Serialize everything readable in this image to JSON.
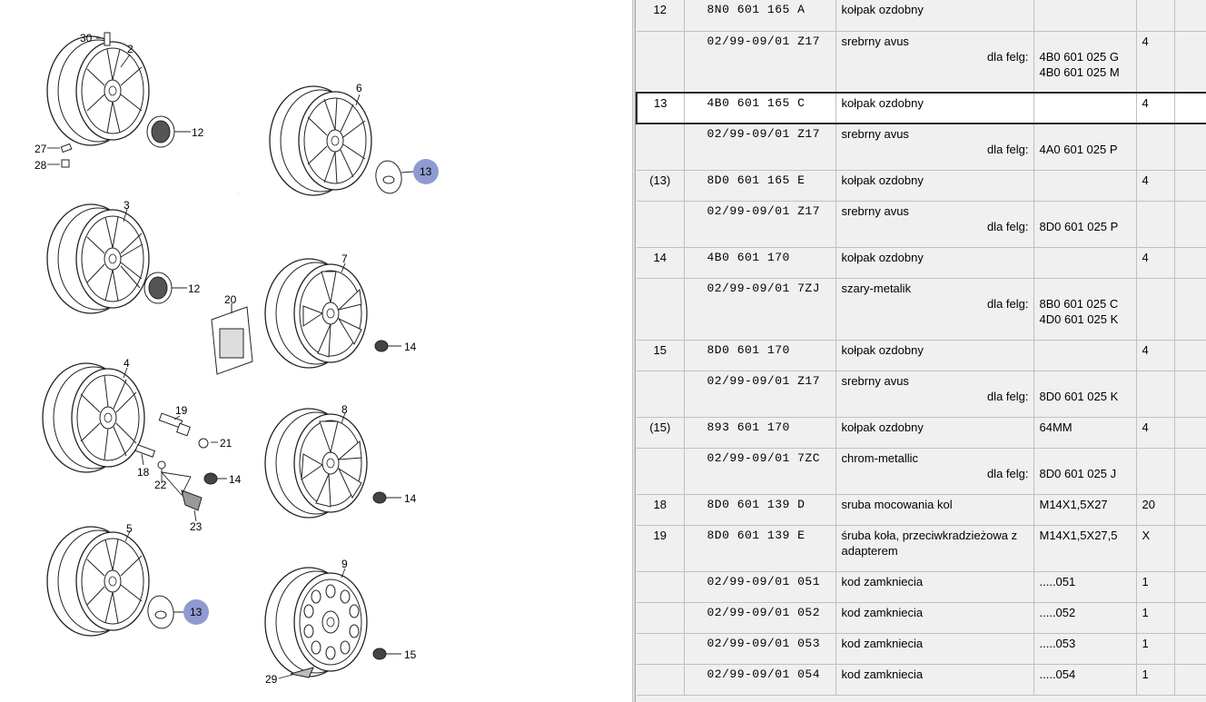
{
  "diagram": {
    "callouts": [
      "30",
      "2",
      "12",
      "27",
      "28",
      "6",
      "13",
      "3",
      "12",
      "20",
      "7",
      "14",
      "4",
      "19",
      "21",
      "18",
      "22",
      "14",
      "23",
      "8",
      "14",
      "5",
      "13",
      "9",
      "15",
      "29"
    ],
    "highlighted_callout": "13",
    "highlight_color": "#8f9bd0"
  },
  "parts_table": {
    "felg_label": "dla felg:",
    "rows": [
      {
        "idx": "12",
        "pn": "8N0  601  165  A",
        "desc": "kołpak ozdobny",
        "spec": [],
        "qty": "",
        "height": 34
      },
      {
        "idx": "",
        "pn": "02/99-09/01  Z17",
        "desc": "srebrny avus",
        "spec": [
          "4B0 601 025 G",
          "4B0 601 025 M"
        ],
        "qty": "4",
        "height": 68
      },
      {
        "idx": "13",
        "pn": "4B0  601  165  C",
        "desc": "kołpak ozdobny",
        "spec": [],
        "qty": "4",
        "height": 34,
        "selected": true
      },
      {
        "idx": "",
        "pn": "02/99-09/01  Z17",
        "desc": "srebrny avus",
        "spec": [
          "4A0 601 025 P"
        ],
        "qty": "",
        "height": 51
      },
      {
        "idx": "(13)",
        "pn": "8D0  601  165  E",
        "desc": "kołpak ozdobny",
        "spec": [],
        "qty": "4",
        "height": 34
      },
      {
        "idx": "",
        "pn": "02/99-09/01  Z17",
        "desc": "srebrny avus",
        "spec": [
          "8D0 601 025 P"
        ],
        "qty": "",
        "height": 51
      },
      {
        "idx": "14",
        "pn": "4B0  601  170",
        "desc": "kołpak ozdobny",
        "spec": [],
        "qty": "4",
        "height": 34
      },
      {
        "idx": "",
        "pn": "02/99-09/01  7ZJ",
        "desc": "szary-metalik",
        "spec": [
          "8B0 601 025 C",
          "4D0 601 025 K"
        ],
        "qty": "",
        "height": 68
      },
      {
        "idx": "15",
        "pn": "8D0  601  170",
        "desc": "kołpak ozdobny",
        "spec": [],
        "qty": "4",
        "height": 34
      },
      {
        "idx": "",
        "pn": "02/99-09/01  Z17",
        "desc": "srebrny avus",
        "spec": [
          "8D0 601 025 K"
        ],
        "qty": "",
        "height": 51
      },
      {
        "idx": "(15)",
        "pn": "893  601  170",
        "desc": "kołpak ozdobny",
        "spec_plain": "64MM",
        "spec": [],
        "qty": "4",
        "height": 34
      },
      {
        "idx": "",
        "pn": "02/99-09/01  7ZC",
        "desc": "chrom-metallic",
        "spec": [
          "8D0 601 025 J"
        ],
        "qty": "",
        "height": 51
      },
      {
        "idx": "18",
        "pn": "8D0  601  139  D",
        "desc": "sruba mocowania kol",
        "spec_plain": "M14X1,5X27",
        "spec": [],
        "qty": "20",
        "height": 34
      },
      {
        "idx": "19",
        "pn": "8D0  601  139  E",
        "desc": "śruba koła, przeciwkradzieżowa z adapterem",
        "spec_plain": "M14X1,5X27,5",
        "spec": [],
        "qty": "X",
        "height": 51
      },
      {
        "idx": "",
        "pn": "02/99-09/01  051",
        "desc": "kod zamkniecia",
        "spec_plain": ".....051",
        "spec": [],
        "qty": "1",
        "height": 34
      },
      {
        "idx": "",
        "pn": "02/99-09/01  052",
        "desc": "kod zamkniecia",
        "spec_plain": ".....052",
        "spec": [],
        "qty": "1",
        "height": 34
      },
      {
        "idx": "",
        "pn": "02/99-09/01  053",
        "desc": "kod zamkniecia",
        "spec_plain": ".....053",
        "spec": [],
        "qty": "1",
        "height": 34
      },
      {
        "idx": "",
        "pn": "02/99-09/01  054",
        "desc": "kod zamkniecia",
        "spec_plain": ".....054",
        "spec": [],
        "qty": "1",
        "height": 34
      }
    ]
  }
}
